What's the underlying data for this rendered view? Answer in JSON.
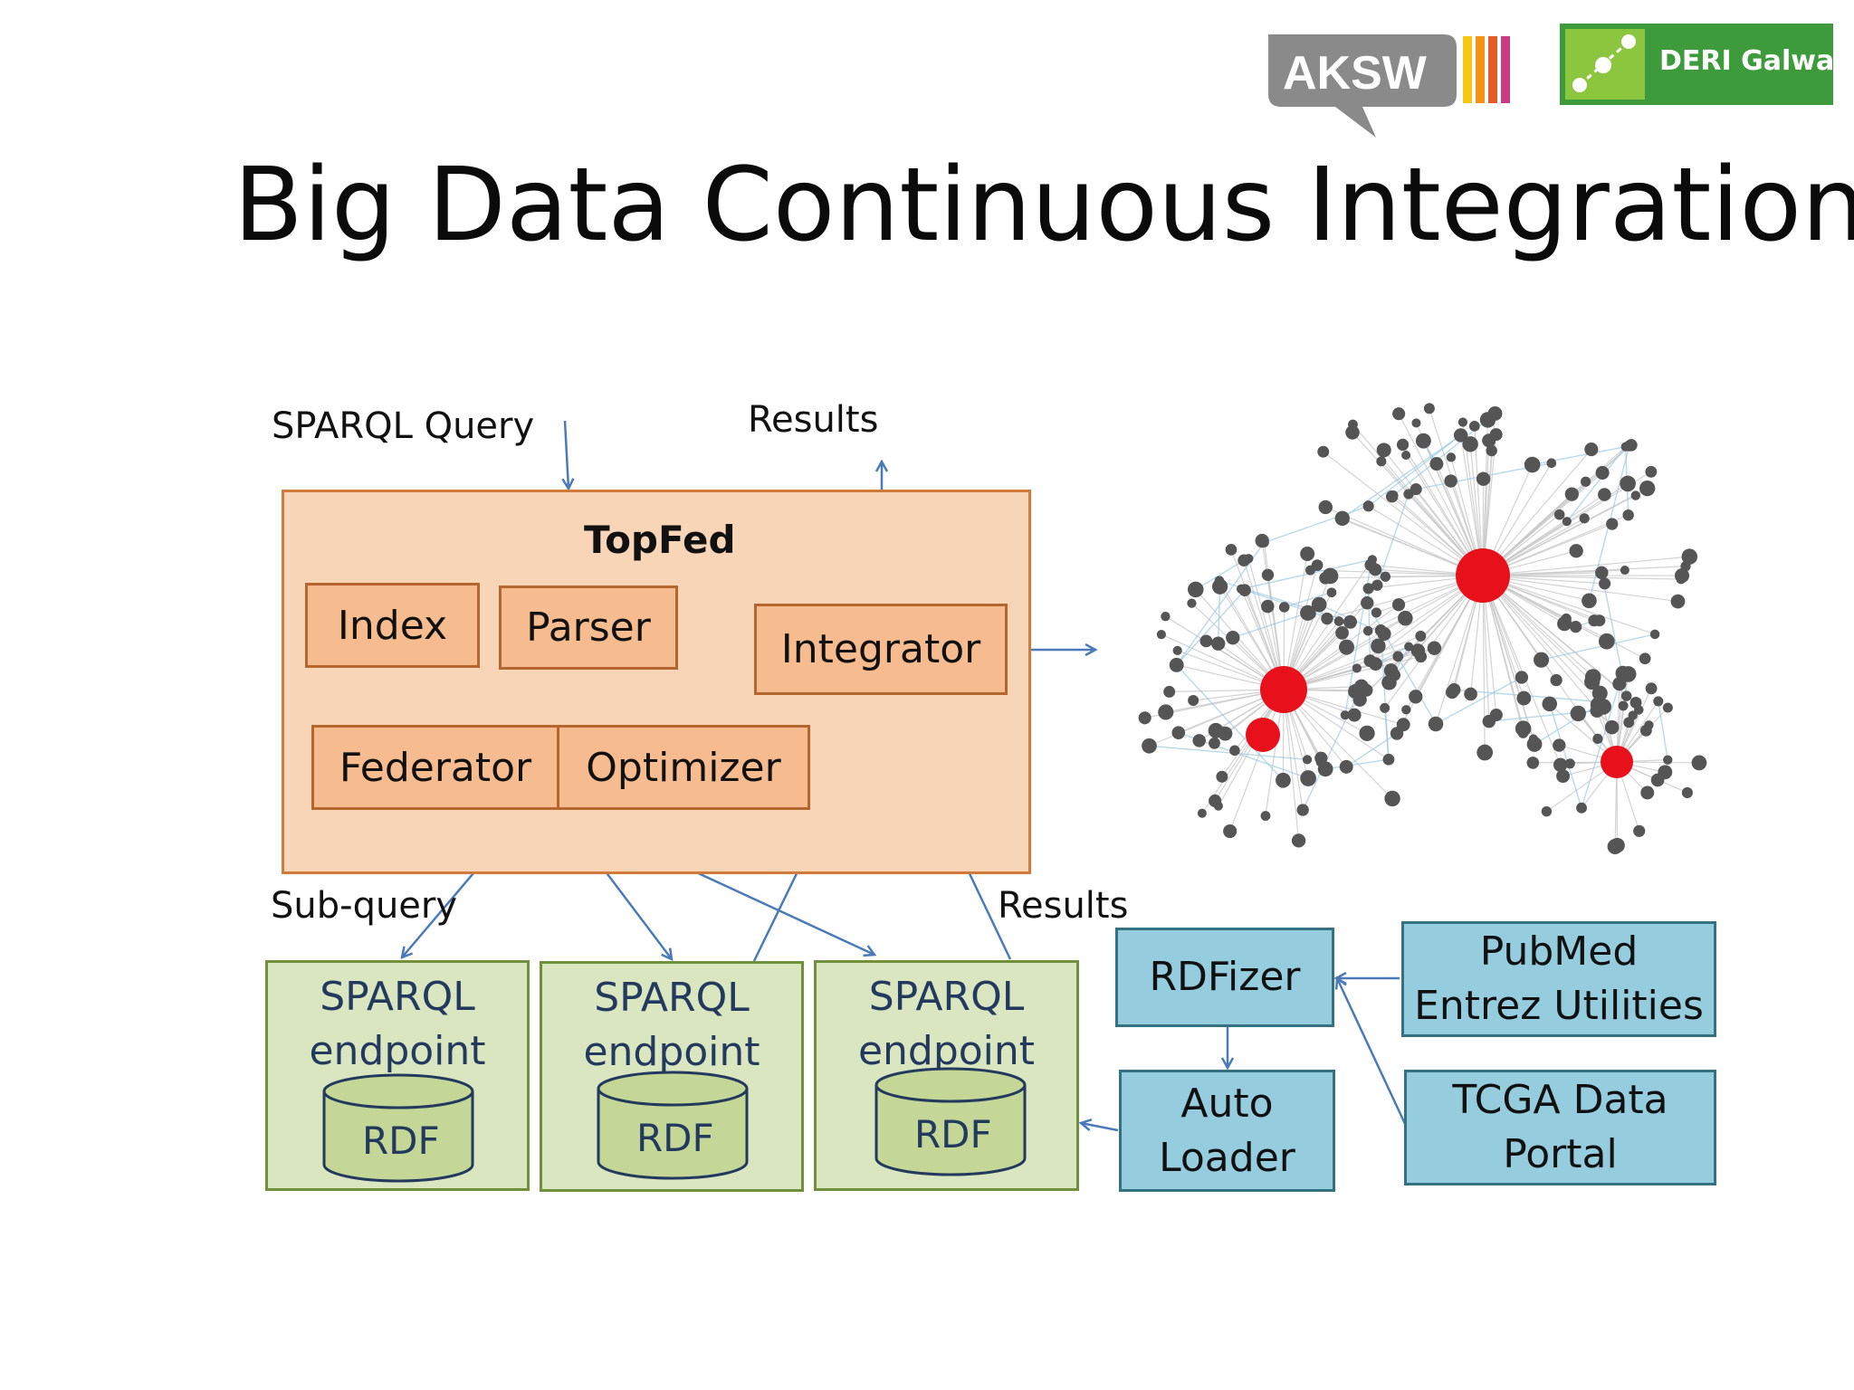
{
  "slide": {
    "title": "Big Data Continuous Integration"
  },
  "logos": {
    "aksw": "AKSW",
    "deri": "DERI Galway"
  },
  "diagram": {
    "sparql_query_label": "SPARQL Query",
    "results_top_label": "Results",
    "topfed": {
      "title": "TopFed",
      "index": "Index",
      "parser": "Parser",
      "integrator": "Integrator",
      "federator": "Federator",
      "optimizer": "Optimizer"
    },
    "subquery_label": "Sub-query",
    "results_bottom_label": "Results",
    "endpoints": [
      {
        "line1": "SPARQL",
        "line2": "endpoint",
        "store": "RDF"
      },
      {
        "line1": "SPARQL",
        "line2": "endpoint",
        "store": "RDF"
      },
      {
        "line1": "SPARQL",
        "line2": "endpoint",
        "store": "RDF"
      }
    ],
    "rdfizer": "RDFizer",
    "auto_loader": {
      "line1": "Auto",
      "line2": "Loader"
    },
    "pubmed": {
      "line1": "PubMed",
      "line2": "Entrez Utilities"
    },
    "tcga": {
      "line1": "TCGA Data",
      "line2": "Portal"
    }
  },
  "colors": {
    "topfed_fill": "#f9d5b8",
    "component_fill": "#f6bb8e",
    "endpoint_fill": "#d9e6bf",
    "source_fill": "#95cddf",
    "arrow": "#4a7ab8",
    "hub_node": "#e8101a",
    "node": "#555555",
    "edge": "#9cc9e3"
  }
}
